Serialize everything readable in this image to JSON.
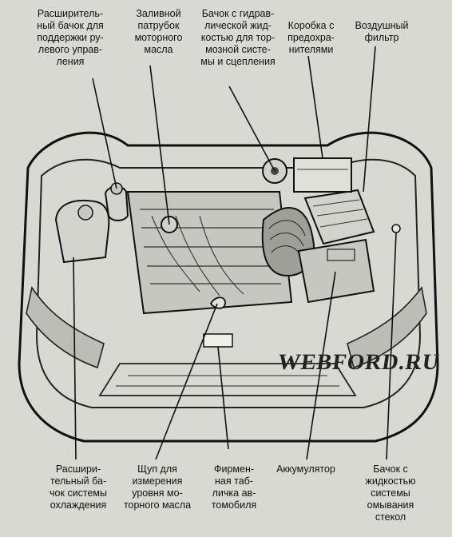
{
  "labels": {
    "steering_tank": "Расширитель-\nный бачок для\nподдержки ру-\nлевого управ-\nления",
    "oil_filler": "Заливной\nпатрубок\nмоторного\nмасла",
    "brake_tank": "Бачок с гидрав-\nлической жид-\nкостью для тор-\nмозной систе-\nмы и сцепления",
    "fuse_box": "Коробка с\nпредохра-\nнителями",
    "air_filter": "Воздушный\nфильтр",
    "coolant_tank": "Расшири-\nтельный ба-\nчок системы\nохлаждения",
    "dipstick": "Щуп для\nизмерения\nуровня мо-\nторного масла",
    "vin_plate": "Фирмен-\nная таб-\nличка ав-\nтомобиля",
    "battery": "Аккумулятор",
    "washer_tank": "Бачок с\nжидкостью\nсистемы\nомывания\nстекол"
  },
  "watermark": "WEBFORD.RU",
  "colors": {
    "background": "#d9d9d3",
    "ink": "#111111"
  }
}
